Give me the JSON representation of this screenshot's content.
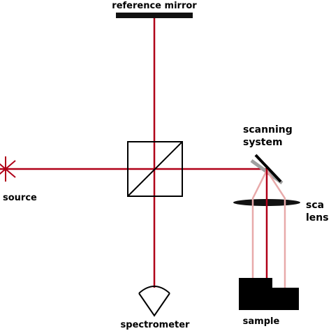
{
  "labels": {
    "reference_mirror": "reference mirror",
    "source": "source",
    "scanning_line1": "scanning",
    "scanning_line2": "system",
    "scan_lens_line1": "sca",
    "scan_lens_line2": "lens",
    "spectrometer": "spectrometer",
    "sample": "sample"
  },
  "colors": {
    "beam": "#b00018",
    "beam_light": "#e8aaaa",
    "ink": "#000000",
    "scan_mirror_shadow": "#a0a0a0"
  }
}
